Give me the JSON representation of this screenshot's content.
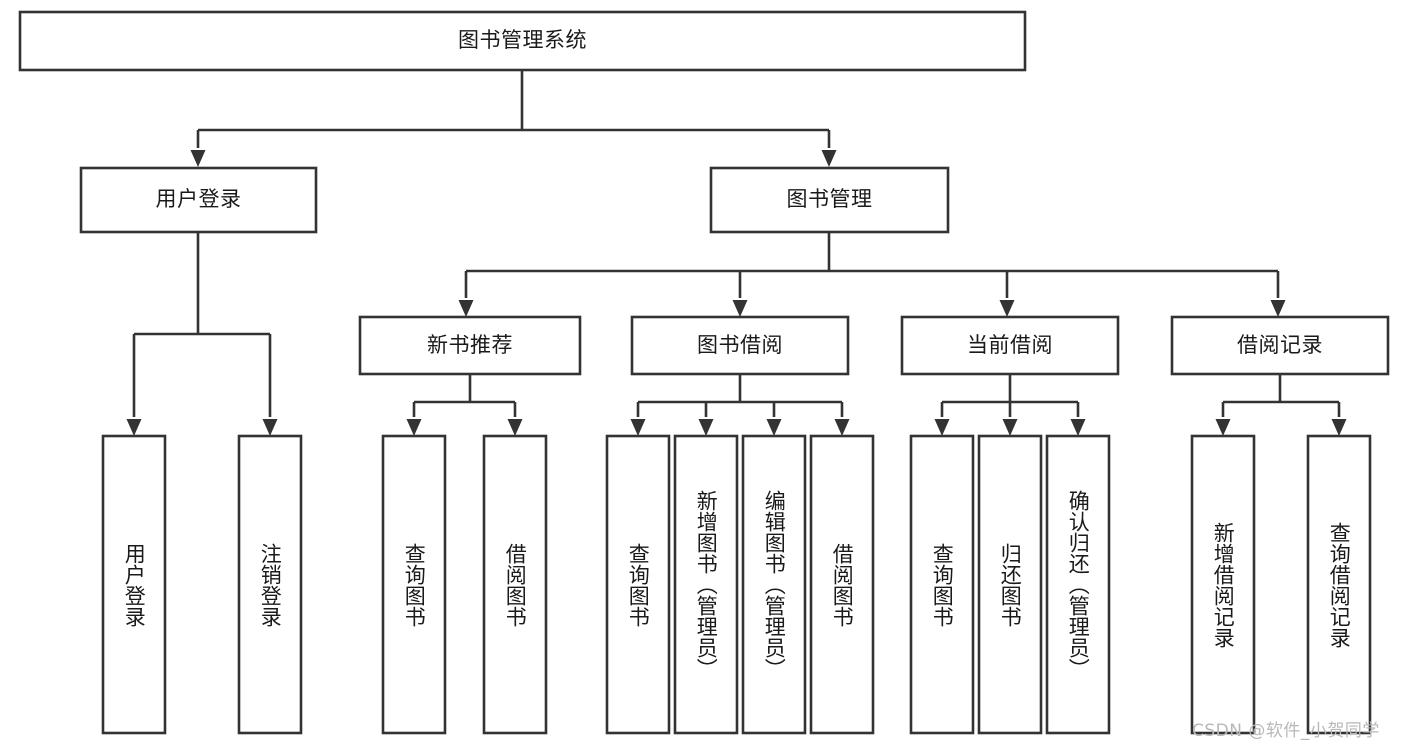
{
  "diagram": {
    "title": "图书管理系统",
    "type": "tree-hierarchy-diagram",
    "orientation": "top-down",
    "watermark": "CSDN @软件_小贺同学",
    "colors": {
      "stroke": "#333333",
      "fill": "#ffffff",
      "text": "#1a1a1a",
      "watermark": "#b8b8b8",
      "background": "#ffffff"
    },
    "levels": {
      "root": "图书管理系统",
      "level2": [
        "用户登录",
        "图书管理"
      ],
      "level3": [
        "新书推荐",
        "图书借阅",
        "当前借阅",
        "借阅记录"
      ]
    },
    "nodes": {
      "root": {
        "label": "图书管理系统"
      },
      "user_login": {
        "label": "用户登录"
      },
      "book_manage": {
        "label": "图书管理"
      },
      "new_book_rec": {
        "label": "新书推荐"
      },
      "book_borrow": {
        "label": "图书借阅"
      },
      "current_borrow": {
        "label": "当前借阅"
      },
      "borrow_record": {
        "label": "借阅记录"
      },
      "leaf_user_login": {
        "label": "用户登录"
      },
      "leaf_logout": {
        "label": "注销登录"
      },
      "leaf_query_book_a": {
        "label": "查询图书"
      },
      "leaf_borrow_book_a": {
        "label": "借阅图书"
      },
      "leaf_query_book_b": {
        "label": "查询图书"
      },
      "leaf_add_book": {
        "label": "新增图书（管理员）"
      },
      "leaf_edit_book": {
        "label": "编辑图书（管理员）"
      },
      "leaf_borrow_book_b": {
        "label": "借阅图书"
      },
      "leaf_query_book_c": {
        "label": "查询图书"
      },
      "leaf_return_book": {
        "label": "归还图书"
      },
      "leaf_confirm_return": {
        "label": "确认归还（管理员）"
      },
      "leaf_add_record": {
        "label": "新增借阅记录"
      },
      "leaf_query_record": {
        "label": "查询借阅记录"
      }
    },
    "edges": [
      {
        "from": "图书管理系统",
        "to": "用户登录"
      },
      {
        "from": "图书管理系统",
        "to": "图书管理"
      },
      {
        "from": "用户登录",
        "to": "用户登录"
      },
      {
        "from": "用户登录",
        "to": "注销登录"
      },
      {
        "from": "图书管理",
        "to": "新书推荐"
      },
      {
        "from": "图书管理",
        "to": "图书借阅"
      },
      {
        "from": "图书管理",
        "to": "当前借阅"
      },
      {
        "from": "图书管理",
        "to": "借阅记录"
      },
      {
        "from": "新书推荐",
        "to": "查询图书"
      },
      {
        "from": "新书推荐",
        "to": "借阅图书"
      },
      {
        "from": "图书借阅",
        "to": "查询图书"
      },
      {
        "from": "图书借阅",
        "to": "新增图书（管理员）"
      },
      {
        "from": "图书借阅",
        "to": "编辑图书（管理员）"
      },
      {
        "from": "图书借阅",
        "to": "借阅图书"
      },
      {
        "from": "当前借阅",
        "to": "查询图书"
      },
      {
        "from": "当前借阅",
        "to": "归还图书"
      },
      {
        "from": "当前借阅",
        "to": "确认归还（管理员）"
      },
      {
        "from": "借阅记录",
        "to": "新增借阅记录"
      },
      {
        "from": "借阅记录",
        "to": "查询借阅记录"
      }
    ]
  }
}
